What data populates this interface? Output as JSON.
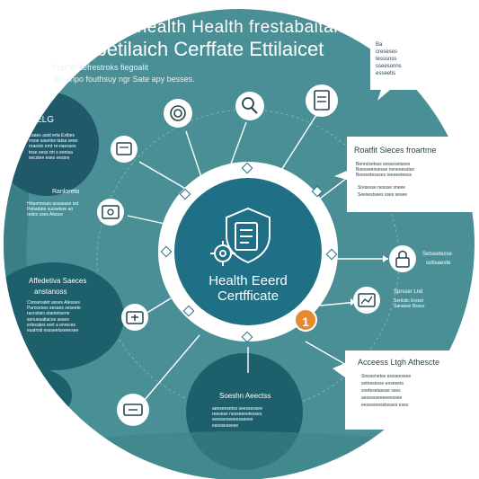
{
  "header": {
    "title_line1": "ord health Health frestabaitan",
    "title_line2": "of betilaich Cerffate Ettilaicet",
    "subtitle_line1": "Fup 'th' tefrestroks fiegoalit",
    "subtitle_line2": "Bit anpo fouthsuy ngr Sate apy besses."
  },
  "center": {
    "line1": "Health Eeerd",
    "line2": "Certfficate"
  },
  "badge": {
    "number": "1"
  },
  "panels": {
    "top_left": {
      "title": "ELG",
      "body": "Yaaes aaid erta Exibes\nrrsoe sasetes tatsa sean\nroaesin ernt re-naesses\ntnse eess rtrt s eenisa\nsecstee eses eessre"
    },
    "mid_left": {
      "title": "Ranloreto",
      "body": "Hrtaomesas assasase sst\nPebadate sussetsre an\nreties sses Atssce"
    },
    "left_lower": {
      "title": "Affedetiva Saeces",
      "subtitle": "anstanoss",
      "body": "Consenatet asses Atesses\nPuroceses sesaes seseete\nracnstsio etantetsene\nsenuesatiacoe sesee\nertecates eret a enreces\nesatnsti essseetsseeesee"
    },
    "top_right": {
      "body": "Ba\ncreseses\ntesssnss\nsseesonns\nesseetis"
    },
    "right_mid": {
      "title": "Roatfit Sieces froartme",
      "body": "Benrstsetsss sessesetsees\nBoesseensesse noneeesstse\nBeereetessses reeeeeteess",
      "bullets": [
        "Sresesse nessse sneee",
        "Seesestsees sses sesee"
      ]
    },
    "right_sm1": {
      "title": "Setseetesse",
      "body": "sobsaeste"
    },
    "right_sm2": {
      "title": "Sprsser Lnd",
      "body": "Sertistic Erssst\nSanasse Bsses"
    },
    "bottom_right": {
      "title": "Acceess Ltgh Athescte",
      "bullets": [
        "Stsssenetse essseeseee",
        "setnesesse enseeets",
        "snetesetassse sses",
        "aessssseeeeeessee",
        "eessssnesstssses eses"
      ]
    },
    "bottom_center": {
      "title": "Soeshn Aeectss",
      "body": "aeeseesetss seessessee\nreesese nesseeeetesses\nseesseseeeesseeee\nesesseseese"
    }
  },
  "icons": [
    "document-icon",
    "fingerprint-icon",
    "search-icon",
    "clipboard-icon",
    "browser-window-icon",
    "id-card-icon",
    "shield-clipboard-icon",
    "lock-icon",
    "chart-card-icon",
    "medical-kit-icon",
    "handshake-icon",
    "gear-icon"
  ],
  "colors": {
    "teal_main": "#4a8f95",
    "teal_dark": "#1d5f6b",
    "center_blue": "#1f6f86",
    "orange_accent": "#e8892f",
    "ink": "#23464d"
  }
}
